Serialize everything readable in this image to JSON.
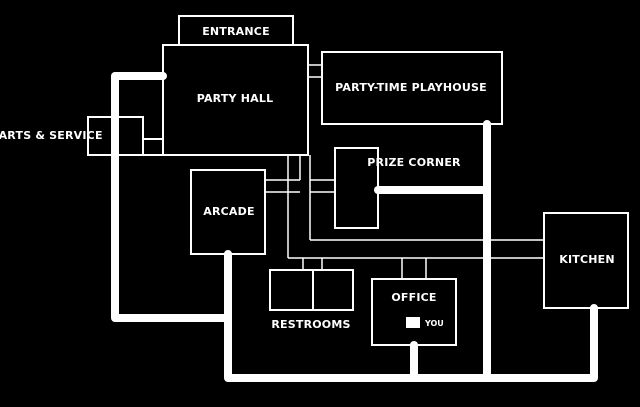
{
  "map": {
    "rooms": {
      "entrance": "ENTRANCE",
      "party_hall": "PARTY HALL",
      "playhouse": "PARTY-TIME PLAYHOUSE",
      "parts_service": "PARTS & SERVICE",
      "prize_corner": "PRIZE CORNER",
      "arcade": "ARCADE",
      "kitchen": "KITCHEN",
      "restrooms": "RESTROOMS",
      "office": "OFFICE"
    },
    "you_marker": "YOU"
  },
  "colors": {
    "background": "#000000",
    "lines": "#ffffff"
  }
}
